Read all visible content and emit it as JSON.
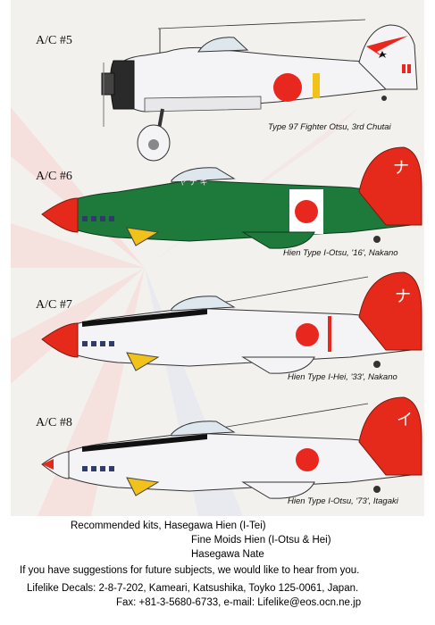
{
  "aircraft": [
    {
      "label": "A/C #5",
      "caption": "Type 97 Fighter Otsu, 3rd Chutai",
      "tail_marking": "",
      "fuselage_marking": ""
    },
    {
      "label": "A/C #6",
      "caption": "Hien Type I-Otsu, '16', Nakano",
      "tail_marking": "ナ",
      "fuselage_marking": "ヤ ナ ギ"
    },
    {
      "label": "A/C #7",
      "caption": "Hien Type I-Hei, '33', Nakano",
      "tail_marking": "ナ",
      "fuselage_marking": ""
    },
    {
      "label": "A/C #8",
      "caption": "Hien Type I-Otsu, '73', Itagaki",
      "tail_marking": "イ",
      "fuselage_marking": ""
    }
  ],
  "footer": {
    "kits_line1": "Recommended kits, Hasegawa Hien (I-Tei)",
    "kits_line2": "Fine Moids Hien (I-Otsu & Hei)",
    "kits_line3": "Hasegawa Nate",
    "suggestions": "If you have suggestions for future subjects, we would like to hear from you.",
    "address": "Lifelike Decals:  2-8-7-202, Kameari, Katsushika, Toyko 125-0061, Japan.",
    "contact": "Fax: +81-3-5680-6733, e-mail: Lifelike@eos.ocn.ne.jp"
  },
  "colors": {
    "hinomaru": "#e8281e",
    "tail_red": "#e52a1c",
    "green": "#1e7a3a",
    "yellow": "#f1c21a",
    "silver": "#f4f4f6"
  }
}
